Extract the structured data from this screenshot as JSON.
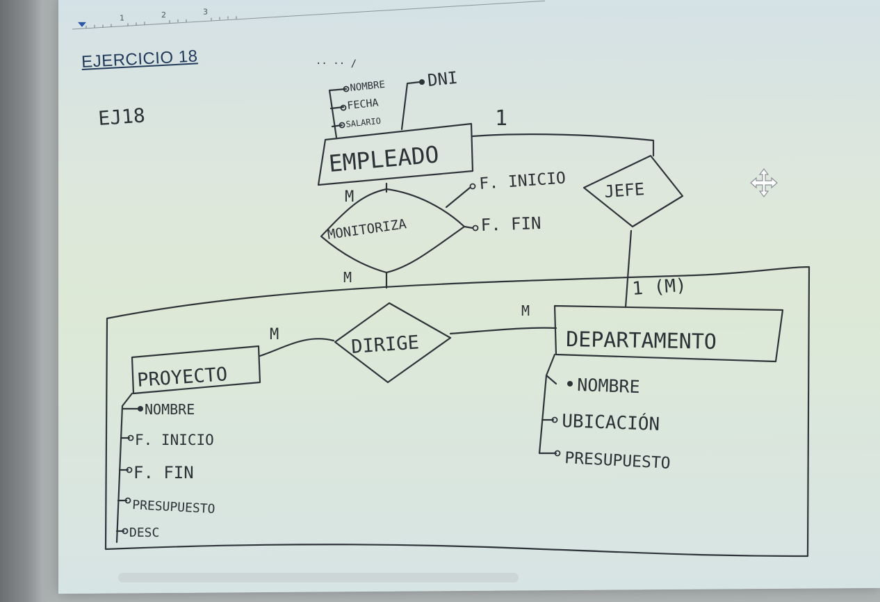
{
  "document": {
    "heading": "EJERCICIO 18",
    "ruler_numbers": [
      "1",
      "2",
      "3"
    ]
  },
  "diagram": {
    "label": "EJ18",
    "top_marks": "·· ·· /",
    "entities": {
      "empleado": {
        "name": "EMPLEADO",
        "attributes": [
          "NOMBRE",
          "FECHA",
          "SALARIO",
          "DNI"
        ]
      },
      "proyecto": {
        "name": "PROYECTO",
        "attributes": [
          "NOMBRE",
          "F. INICIO",
          "F. FIN",
          "PRESUPUESTO",
          "DESC"
        ]
      },
      "departamento": {
        "name": "DEPARTAMENTO",
        "attributes": [
          "NOMBRE",
          "UBICACIÓN",
          "PRESUPUESTO"
        ]
      }
    },
    "relationships": {
      "monitoriza": {
        "name": "MONITORIZA",
        "attributes": [
          "F. INICIO",
          "F. FIN"
        ]
      },
      "jefe": {
        "name": "JEFE"
      },
      "dirige": {
        "name": "DIRIGE"
      }
    },
    "cardinalities": {
      "empleado_jefe": "1",
      "empleado_monitoriza": "M",
      "aggregation_monitoriza": "M",
      "jefe_departamento": "1 (M)",
      "proyecto_dirige": "M",
      "departamento_dirige": "M"
    }
  },
  "colors": {
    "ink": "#2d3338",
    "heading": "#223a5a",
    "page_top": "#d4e1e6",
    "page_middle": "#dde9d6"
  },
  "icons": [
    "move-cursor-icon"
  ]
}
